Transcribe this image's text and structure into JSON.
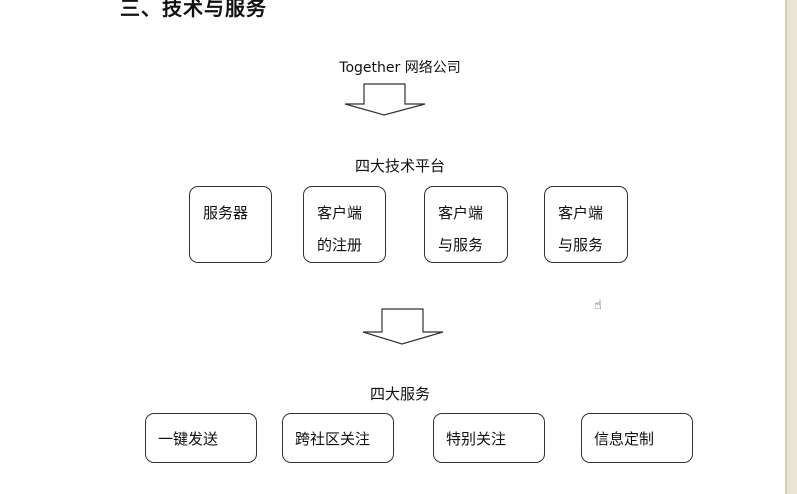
{
  "heading": "三、技术与服务",
  "company": "Together 网络公司",
  "platform_title": "四大技术平台",
  "platforms": [
    {
      "line1": "服务器",
      "line2": ""
    },
    {
      "line1": "客户端",
      "line2": "的注册"
    },
    {
      "line1": "客户端",
      "line2": "与服务"
    },
    {
      "line1": "客户端",
      "line2": "与服务"
    }
  ],
  "services_title": "四大服务",
  "services": [
    {
      "label": "一键发送"
    },
    {
      "label": "跨社区关注"
    },
    {
      "label": "特别关注"
    },
    {
      "label": "信息定制"
    }
  ],
  "icons": {
    "arrow": "down-arrow-icon",
    "cursor": "hand-cursor-icon"
  }
}
